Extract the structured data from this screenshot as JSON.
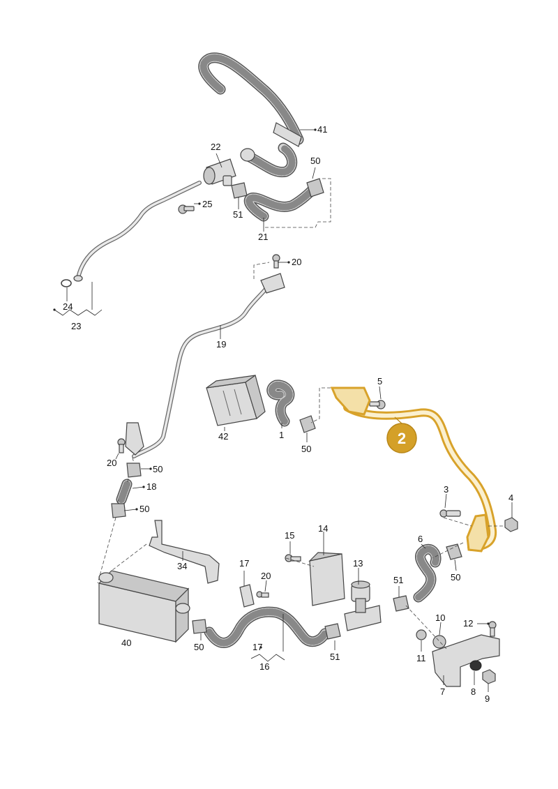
{
  "highlight": {
    "label": "2",
    "color": "#d8a22a",
    "fill": "#d4a028",
    "text_color": "#ffffff"
  },
  "labels": {
    "l41": "41",
    "l22": "22",
    "l50a": "50",
    "l25": "25",
    "l51a": "51",
    "l21": "21",
    "l20a": "20",
    "l24": "24",
    "l23": "23",
    "l19": "19",
    "l5": "5",
    "l42": "42",
    "l1": "1",
    "l50b": "50",
    "l20b": "20",
    "l50c": "50",
    "l18": "18",
    "l50d": "50",
    "l3": "3",
    "l4": "4",
    "l6": "6",
    "l50e": "50",
    "l14": "14",
    "l15": "15",
    "l13": "13",
    "l34": "34",
    "l17a": "17",
    "l20c": "20",
    "l51b": "51",
    "l10": "10",
    "l12": "12",
    "l40": "40",
    "l50f": "50",
    "l17b": "17",
    "l16": "16",
    "l51c": "51",
    "l11": "11",
    "l7": "7",
    "l8": "8",
    "l9": "9"
  }
}
